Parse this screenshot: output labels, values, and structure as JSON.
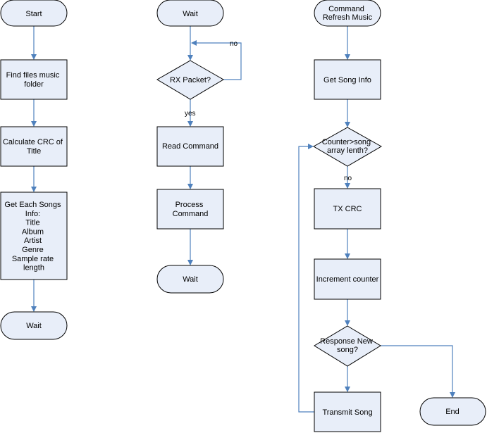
{
  "colors": {
    "fill": "#E8EEF9",
    "stroke": "#000000",
    "arrow": "#4F81BD"
  },
  "flowchart_1": {
    "start": "Start",
    "find_files": [
      "Find files music",
      "folder"
    ],
    "calc_crc": [
      "Calculate CRC of",
      "Title"
    ],
    "get_info": [
      "Get Each Songs",
      "Info:",
      "Title",
      "Album",
      "Artist",
      "Genre",
      "Sample rate",
      "length"
    ],
    "wait": "Wait"
  },
  "flowchart_2": {
    "wait_top": "Wait",
    "rx_packet": "RX Packet?",
    "label_no": "no",
    "label_yes": "yes",
    "read_command": "Read Command",
    "process_command": [
      "Process",
      "Command"
    ],
    "wait_bottom": "Wait"
  },
  "flowchart_3": {
    "command": [
      "Command",
      "Refresh Music"
    ],
    "get_song_info": "Get Song Info",
    "counter_check": [
      "Counter>song",
      "array lenth?"
    ],
    "label_no": "no",
    "tx_crc": "TX CRC",
    "increment": "Increment counter",
    "response": [
      "Response New",
      "song?"
    ],
    "transmit": "Transmit Song",
    "end": "End"
  }
}
